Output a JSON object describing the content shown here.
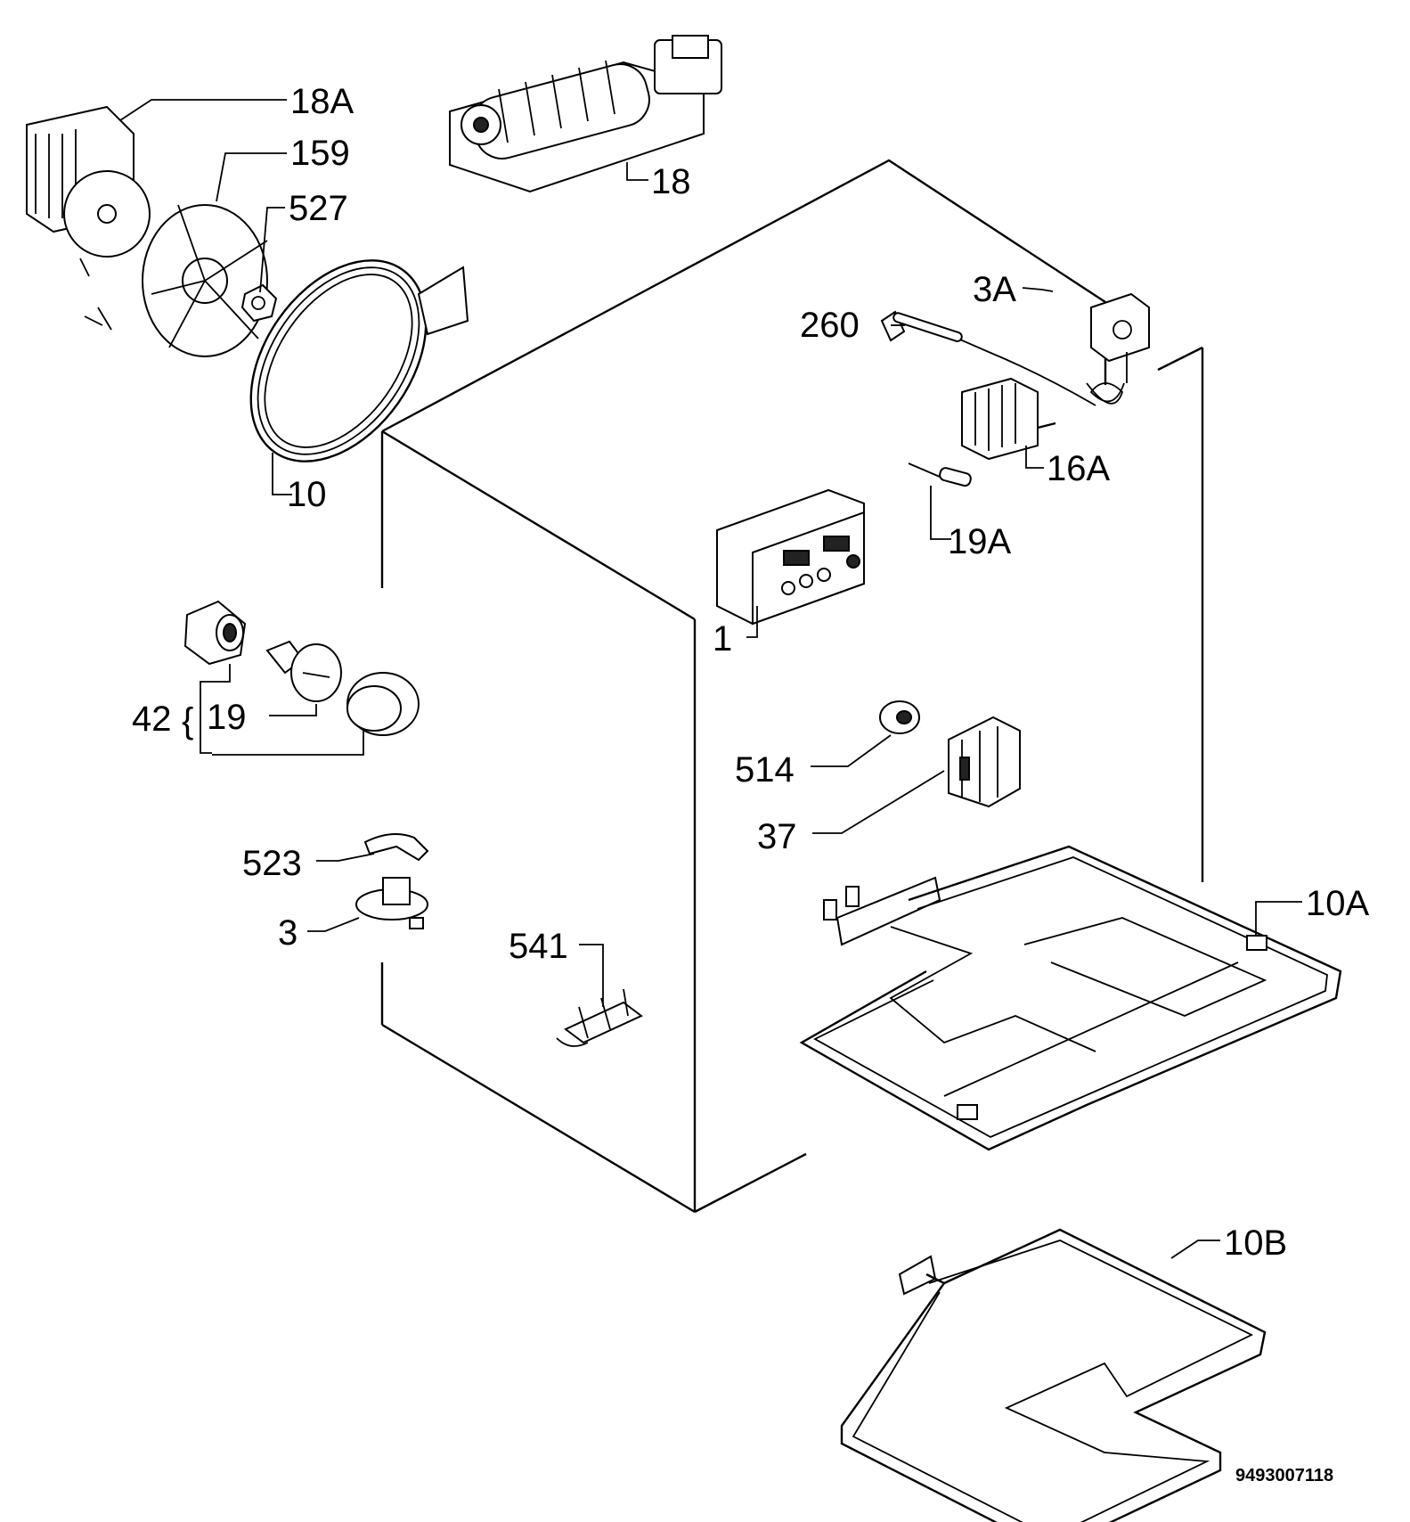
{
  "parts": [
    {
      "id": "18A",
      "label": "18A"
    },
    {
      "id": "159",
      "label": "159"
    },
    {
      "id": "527",
      "label": "527"
    },
    {
      "id": "18",
      "label": "18"
    },
    {
      "id": "3A",
      "label": "3A"
    },
    {
      "id": "260",
      "label": "260"
    },
    {
      "id": "16A",
      "label": "16A"
    },
    {
      "id": "10",
      "label": "10"
    },
    {
      "id": "19A",
      "label": "19A"
    },
    {
      "id": "1",
      "label": "1"
    },
    {
      "id": "42",
      "label": "42"
    },
    {
      "id": "19",
      "label": "19"
    },
    {
      "id": "514",
      "label": "514"
    },
    {
      "id": "37",
      "label": "37"
    },
    {
      "id": "523",
      "label": "523"
    },
    {
      "id": "3",
      "label": "3"
    },
    {
      "id": "541",
      "label": "541"
    },
    {
      "id": "10A",
      "label": "10A"
    },
    {
      "id": "10B",
      "label": "10B"
    }
  ],
  "reference_number": "9493007118"
}
